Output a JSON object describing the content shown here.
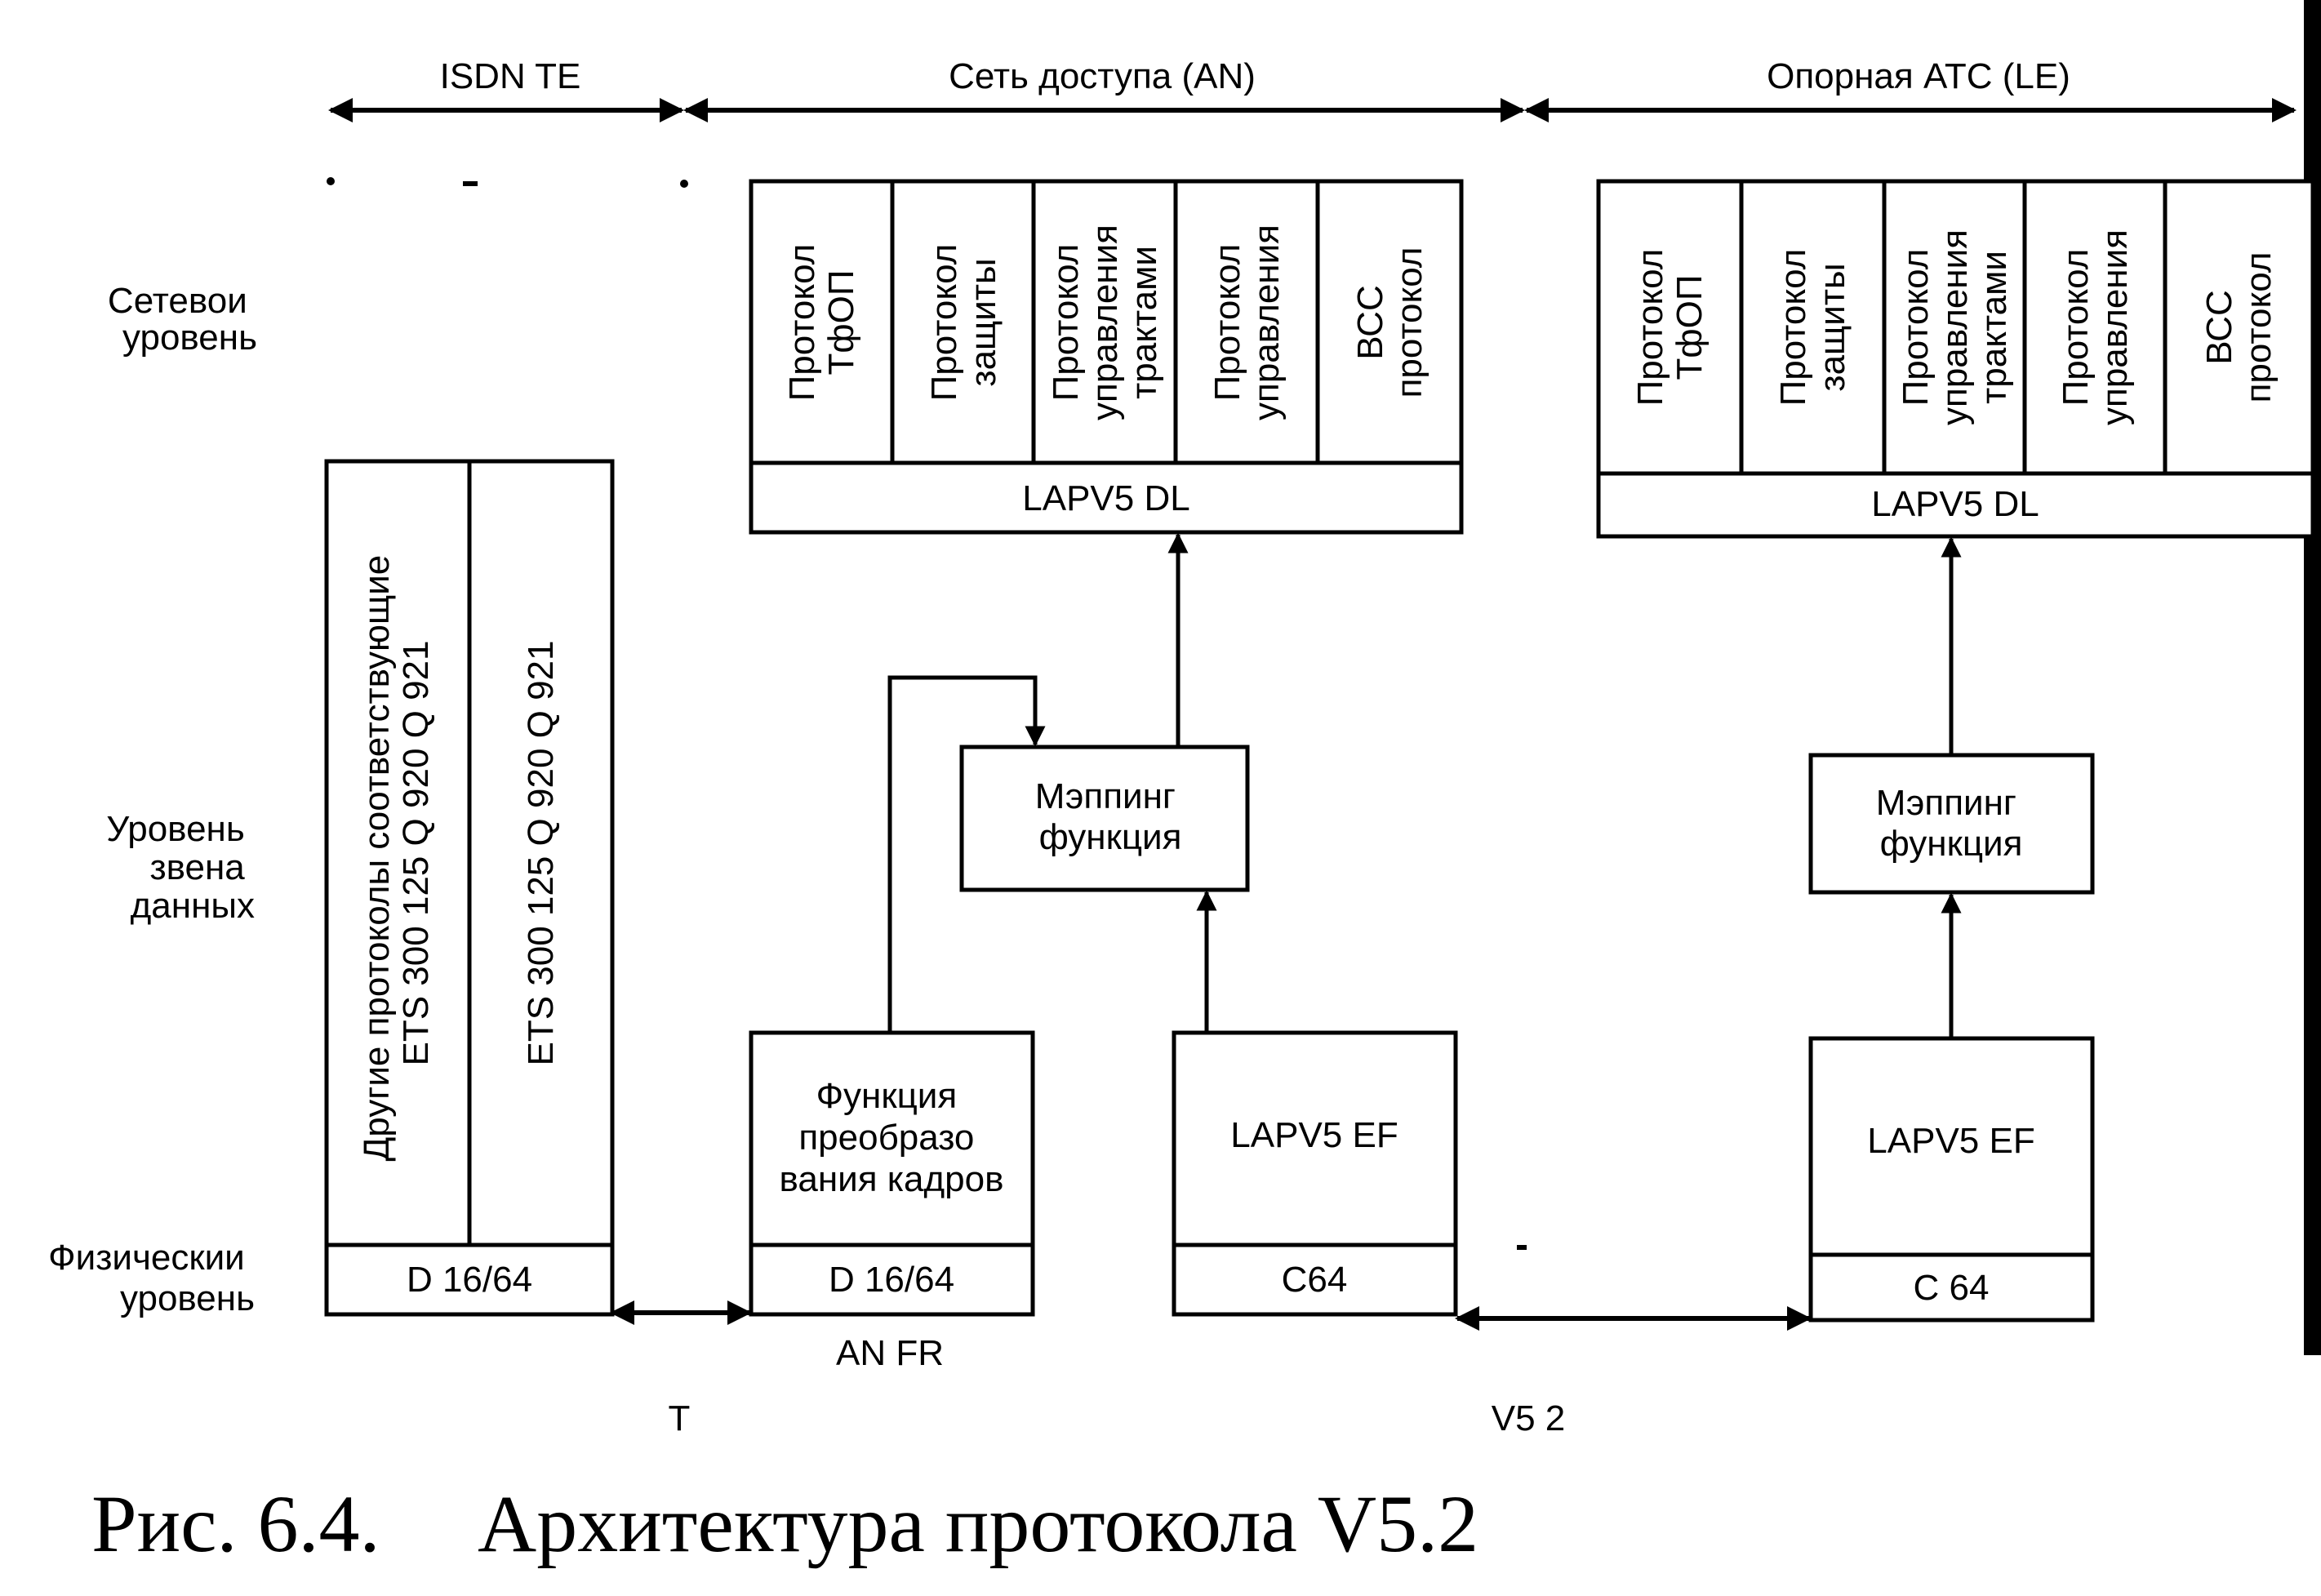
{
  "zones": {
    "te": "ISDN  TE",
    "an": "Сеть доступа (AN)",
    "le": "Опорная АТС (LE)"
  },
  "layers": {
    "network": [
      "Сетевои",
      "уровень"
    ],
    "datalink": [
      "Уровень",
      "звена",
      "данных"
    ],
    "physical": [
      "Физическии",
      "уровень"
    ]
  },
  "te": {
    "col1": [
      "Другие протоколы  соответствующие",
      "ETS 300 125  Q 920  Q 921"
    ],
    "col2": "ETS 300 125  Q 920  Q 921",
    "phys": "D 16/64"
  },
  "an": {
    "protocols": [
      [
        "Протокол",
        "ТфОП"
      ],
      [
        "Протокол",
        "защиты"
      ],
      [
        "Протокол",
        "управления",
        "трактами"
      ],
      [
        "Протокол",
        "управления"
      ],
      [
        "ВСС",
        "протокол"
      ]
    ],
    "lapv5_dl": "LAPV5  DL",
    "mapping": [
      "Мэппинг",
      "функция"
    ],
    "frame_conv": [
      "Функция",
      "преобразо",
      "вания кадров"
    ],
    "lapv5_ef": "LAPV5  EF",
    "frame_phys": "D 16/64",
    "ef_phys": "C64",
    "an_fr": "AN  FR"
  },
  "le": {
    "protocols": [
      [
        "Протокол",
        "ТфОП"
      ],
      [
        "Протокол",
        "защиты"
      ],
      [
        "Протокол",
        "управления",
        "трактами"
      ],
      [
        "Протокол",
        "управления"
      ],
      [
        "ВСС",
        "протокол"
      ]
    ],
    "lapv5_dl": "LAPV5  DL",
    "mapping": [
      "Мэппинг",
      "функция"
    ],
    "lapv5_ef": "LAPV5  EF",
    "ef_phys": "C 64"
  },
  "interfaces": {
    "t": "T",
    "v52": "V5 2"
  },
  "caption": {
    "number": "Рис. 6.4.",
    "title": "Архитектура протокола V5.2"
  }
}
